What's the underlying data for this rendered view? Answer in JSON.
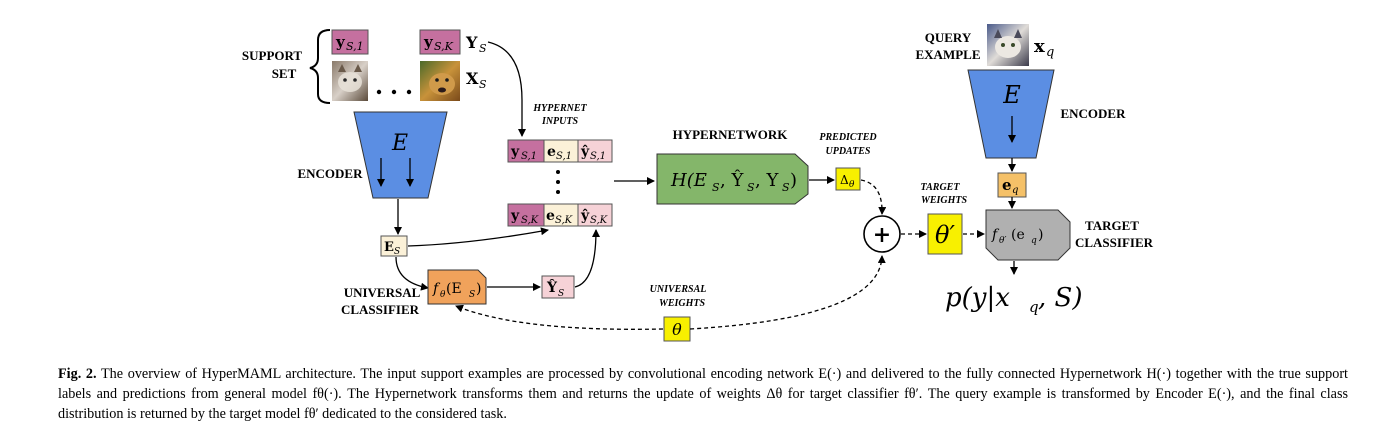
{
  "labels": {
    "support_set_line1": "SUPPORT",
    "support_set_line2": "SET",
    "encoder_left": "ENCODER",
    "encoder_right": "ENCODER",
    "hypernet_inputs_line1": "HYPERNET",
    "hypernet_inputs_line2": "INPUTS",
    "hypernetwork": "HYPERNETWORK",
    "predicted_updates_line1": "PREDICTED",
    "predicted_updates_line2": "UPDATES",
    "target_weights_line1": "TARGET",
    "target_weights_line2": "WEIGHTS",
    "target_classifier_line1": "TARGET",
    "target_classifier_line2": "CLASSIFIER",
    "universal_classifier_line1": "UNIVERSAL",
    "universal_classifier_line2": "CLASSIFIER",
    "universal_weights_line1": "UNIVERSAL",
    "universal_weights_line2": "WEIGHTS",
    "query_example_line1": "QUERY",
    "query_example_line2": "EXAMPLE"
  },
  "math": {
    "y_s1": "y",
    "y_sub_s1": "S,1",
    "y_sK": "y",
    "y_sub_sK": "S,K",
    "Y_S": "Y",
    "Y_S_sub": "S",
    "X_S": "X",
    "X_S_sub": "S",
    "E": "E",
    "E_right": "E",
    "E_S": "E",
    "E_S_sub": "S",
    "e_s1": "e",
    "e_sub_s1": "S,1",
    "e_sK": "e",
    "e_sub_sK": "S,K",
    "yhat_s1": "ŷ",
    "yhat_sub_s1": "S,1",
    "yhat_sK": "ŷ",
    "yhat_sub_sK": "S,K",
    "hypernetwork_formula": "H(E",
    "hypernetwork_formula_s1": "S",
    "hypernetwork_formula_mid": ", Ŷ",
    "hypernetwork_formula_s2": "S",
    "hypernetwork_formula_mid2": ", Y",
    "hypernetwork_formula_s3": "S",
    "hypernetwork_formula_end": ")",
    "delta_theta": "Δ",
    "delta_theta_sub": "θ",
    "theta_prime": "θ′",
    "theta": "θ",
    "plus": "+",
    "f_theta_E": "f",
    "f_theta_E_sub": "θ",
    "f_theta_E_arg": "(E",
    "f_theta_E_arg_sub": "S",
    "f_theta_E_close": ")",
    "yhat_S": "Ŷ",
    "yhat_S_sub": "S",
    "x_q": "x",
    "x_q_sub": "q",
    "e_q": "e",
    "e_q_sub": "q",
    "f_target": "f",
    "f_target_sub": "θ′",
    "f_target_arg": "(e",
    "f_target_arg_sub": "q",
    "f_target_close": ")",
    "output_p": "p(y|x",
    "output_p_sub": "q",
    "output_p_end": ", S)"
  },
  "caption": {
    "figure_label": "Fig. 2.",
    "text": " The overview of HyperMAML architecture. The input support examples are processed by convolutional encoding network E(·) and delivered to the fully connected Hypernetwork H(·) together with the true support labels and predictions from general model fθ(·). The Hypernetwork transforms them and returns the update of weights Δθ for target classifier fθ′. The query example is transformed by Encoder E(·), and the final class distribution is returned by the target model fθ′ dedicated to the considered task."
  },
  "colors": {
    "label_purple": "#c5709f",
    "embedding_cream": "#fbf1d8",
    "prediction_pink": "#f6d2d7",
    "encoder_blue": "#5b8ee3",
    "hypernet_green": "#84b66a",
    "classifier_orange": "#f0a25b",
    "target_gray": "#b0b0b0",
    "highlight_yellow": "#f8f000",
    "query_embed": "#f5c168"
  },
  "icons": [
    "cat-photo-icon",
    "dog-photo-icon",
    "query-cat-photo-icon",
    "plus-circle-icon"
  ]
}
